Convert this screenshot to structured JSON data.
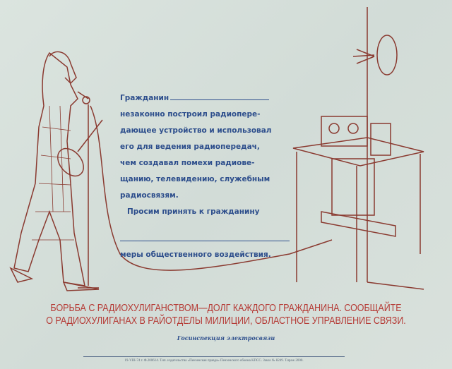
{
  "form": {
    "lines": [
      "Гражданин",
      "незаконно построил радиопере-",
      "дающее устройство и использовал",
      "его для ведения радиопередач,",
      "чем создавал помехи радиове-",
      "щанию, телевидению, служебным",
      "радиосвязям.",
      "Просим принять к гражданину"
    ],
    "closing": "меры общественного воздействия."
  },
  "slogan": {
    "line1": "БОРЬБА С РАДИОХУЛИГАНСТВОМ—ДОЛГ КАЖДОГО ГРАЖДАНИНА. СООБЩАЙТЕ",
    "line2": "О РАДИОХУЛИГАНАХ В РАЙОТДЕЛЫ МИЛИЦИИ, ОБЛАСТНОЕ УПРАВЛЕНИЕ СВЯЗИ."
  },
  "issuer": "Госинспекция электросвязи",
  "imprint": "19-VIII-74 г. Ф.200614. Тип. издательства «Пензенская правда» Пензенского обкома КПСС. Заказ № 8249. Тираж 2000.",
  "colors": {
    "ink_red": "#b53a35",
    "ink_blue": "#2d4e8c",
    "paper": "#d6e0db"
  }
}
